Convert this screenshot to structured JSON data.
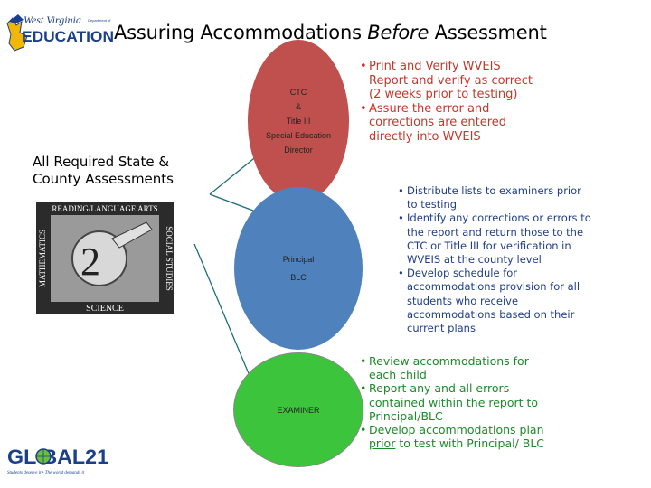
{
  "header": {
    "logo_text_top": "West Virginia",
    "logo_text_dept": "Department of",
    "logo_text_main": "EDUCATION",
    "title_pre": "Assuring Accommodations ",
    "title_em": "Before",
    "title_post": " Assessment"
  },
  "left_panel": {
    "label": "All Required State & County Assessments",
    "subject_image": {
      "top": "READING/LANGUAGE ARTS",
      "left": "MATHEMATICS",
      "right": "SOCIAL STUDIES",
      "bottom": "SCIENCE",
      "center": "2"
    }
  },
  "roles": [
    {
      "lines": [
        "CTC",
        "&",
        "Title III",
        "Special Education",
        "Director"
      ],
      "color": "#c0504d"
    },
    {
      "lines": [
        "Principal",
        "BLC"
      ],
      "color": "#4f81bd"
    },
    {
      "lines": [
        "EXAMINER"
      ],
      "color": "#3dc43d"
    }
  ],
  "bullets": {
    "ctc": [
      "Print and Verify WVEIS Report and verify as correct (2 weeks prior to testing)",
      "Assure the error and corrections are entered directly into WVEIS"
    ],
    "principal": [
      "Distribute lists to examiners prior to testing",
      "Identify any corrections or errors to the report and return those to the CTC or Title III for verification in WVEIS at the county level",
      "Develop schedule for accommodations provision for all students who receive accommodations based on their current plans"
    ],
    "examiner": [
      "Review accommodations for each child",
      "Report any and all errors contained within the report to Principal/BLC"
    ],
    "examiner_last_pre": "Develop accommodations plan ",
    "examiner_last_underline": "prior",
    "examiner_last_post": " to test with Principal/ BLC"
  },
  "footer": {
    "logo_main": "GL BAL21",
    "logo_tag": "Students deserve it • The world demands it"
  }
}
